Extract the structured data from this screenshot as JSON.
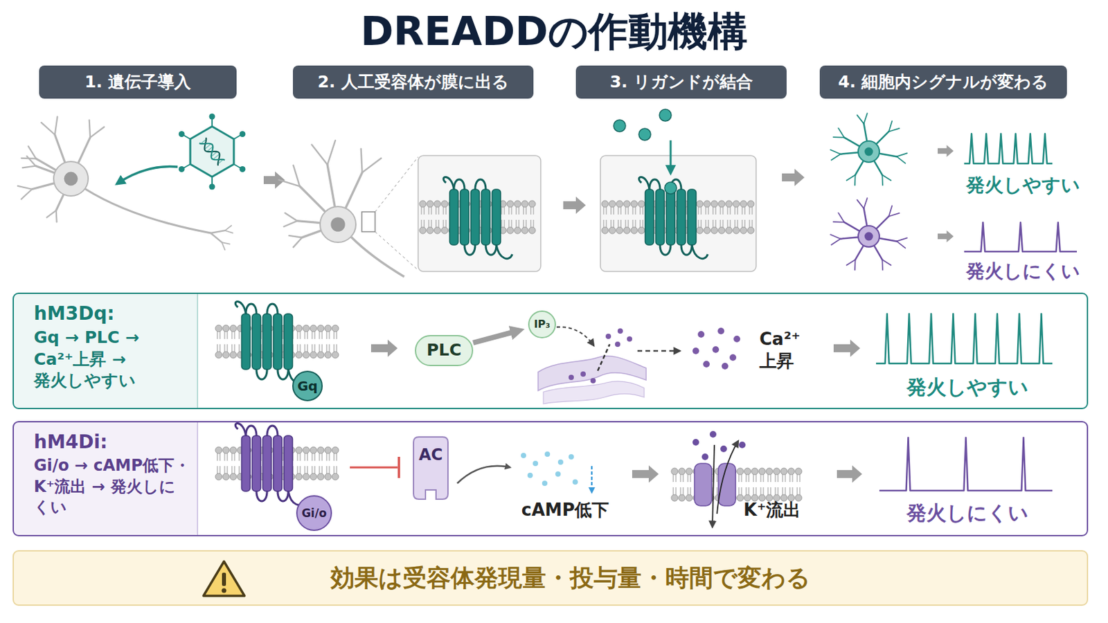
{
  "diagram": {
    "title": "DREADDの作動機構",
    "nodes": [
      {
        "text": [
          "1. 遺伝子導入"
        ]
      },
      {
        "text": [
          "2. 人工受容体が膜に出る"
        ]
      },
      {
        "text": [
          "3. リガンドが結合"
        ]
      },
      {
        "text": [
          "4. 細胞内シグナルが変わる"
        ]
      },
      {
        "text": [
          "hM3Dq:",
          "Gq → PLC → Ca²⁺上昇 → 発火しやすい"
        ]
      },
      {
        "text": [
          "Gq"
        ],
        "in": 4
      },
      {
        "text": [
          "PLC"
        ],
        "in": 4
      },
      {
        "text": [
          "IP₃"
        ],
        "in": 4
      },
      {
        "text": [
          "hM4Di:",
          "Gi/o → cAMP低下・K⁺流出 → 発火しにくい"
        ]
      },
      {
        "text": [
          "Gi/o"
        ],
        "in": 8
      },
      {
        "text": [
          "AC"
        ],
        "in": 8
      },
      {
        "text": [
          "効果は受容体発現量・投与量・時間で変わる"
        ]
      }
    ],
    "edges": [
      {
        "from": 6,
        "to": 7,
        "arrow": "to"
      }
    ],
    "labels": [
      "発火しやすい",
      "発火しにくい",
      "Ca²⁺ 上昇",
      "発火しやすい",
      "cAMP低下",
      "K⁺流出",
      "発火しにくい"
    ]
  }
}
